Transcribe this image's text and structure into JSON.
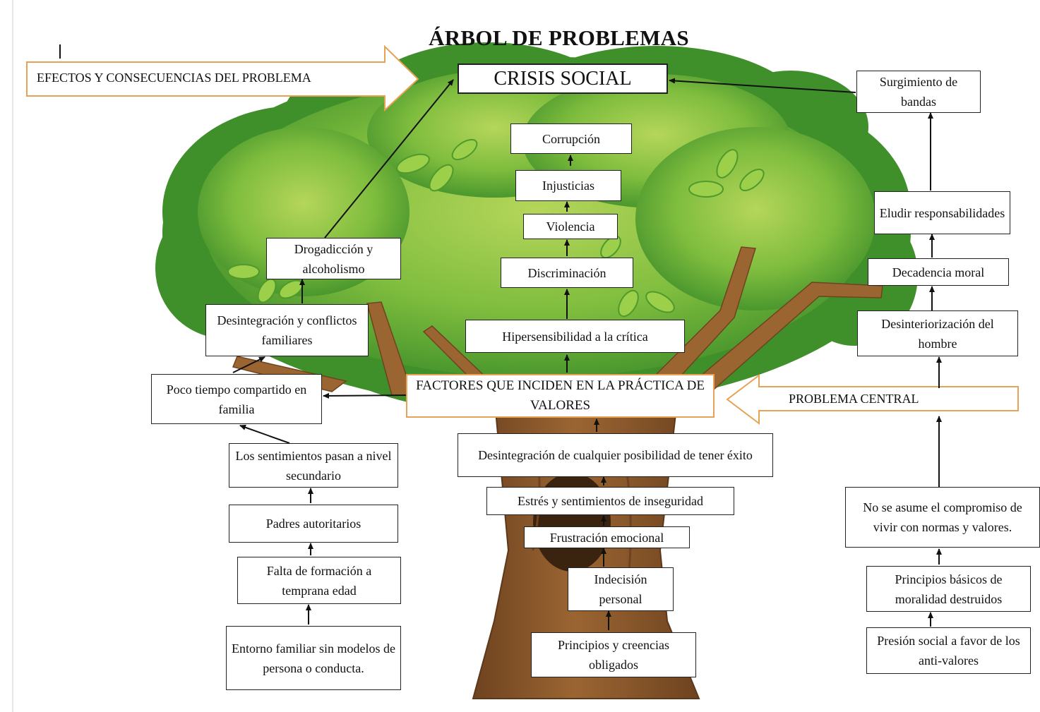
{
  "title": "ÁRBOL DE PROBLEMAS",
  "labels": {
    "effects": "EFECTOS Y CONSECUENCIAS DEL PROBLEMA",
    "central": "PROBLEMA CENTRAL"
  },
  "nodes": {
    "crisis": "CRISIS SOCIAL",
    "factores": "FACTORES QUE INCIDEN EN LA PRÁCTICA DE VALORES",
    "corrupcion": "Corrupción",
    "injusticias": "Injusticias",
    "violencia": "Violencia",
    "discriminacion": "Discriminación",
    "hipersensibilidad": "Hipersensibilidad a la crítica",
    "drogadiccion": "Drogadicción y alcoholismo",
    "desintegracion_familiar": "Desintegración y conflictos familiares",
    "poco_tiempo": "Poco tiempo compartido en familia",
    "sentimientos": "Los sentimientos pasan a nivel secundario",
    "padres": "Padres autoritarios",
    "falta_formacion": "Falta de formación a temprana edad",
    "entorno": "Entorno familiar sin modelos de persona o conducta.",
    "desintegracion_exito": "Desintegración de cualquier posibilidad de tener éxito",
    "estres": "Estrés y sentimientos de inseguridad",
    "frustracion": "Frustración emocional",
    "indecision": "Indecisión personal",
    "principios_creencias": "Principios y creencias obligados",
    "surgimiento": "Surgimiento de bandas",
    "eludir": "Eludir responsabilidades",
    "decadencia": "Decadencia moral",
    "desinteriorizacion": "Desinteriorización del hombre",
    "no_asume": "No se asume el compromiso de vivir con normas y valores.",
    "principios_basicos": "Principios básicos de moralidad destruidos",
    "presion": "Presión social a favor de los anti-valores"
  },
  "colors": {
    "leaf_dark": "#3f8f2a",
    "leaf_mid": "#5faa34",
    "leaf_light": "#a9cf4f",
    "trunk": "#8b5a2b",
    "trunk_light": "#b07a40",
    "accent_border": "#e8a255"
  }
}
